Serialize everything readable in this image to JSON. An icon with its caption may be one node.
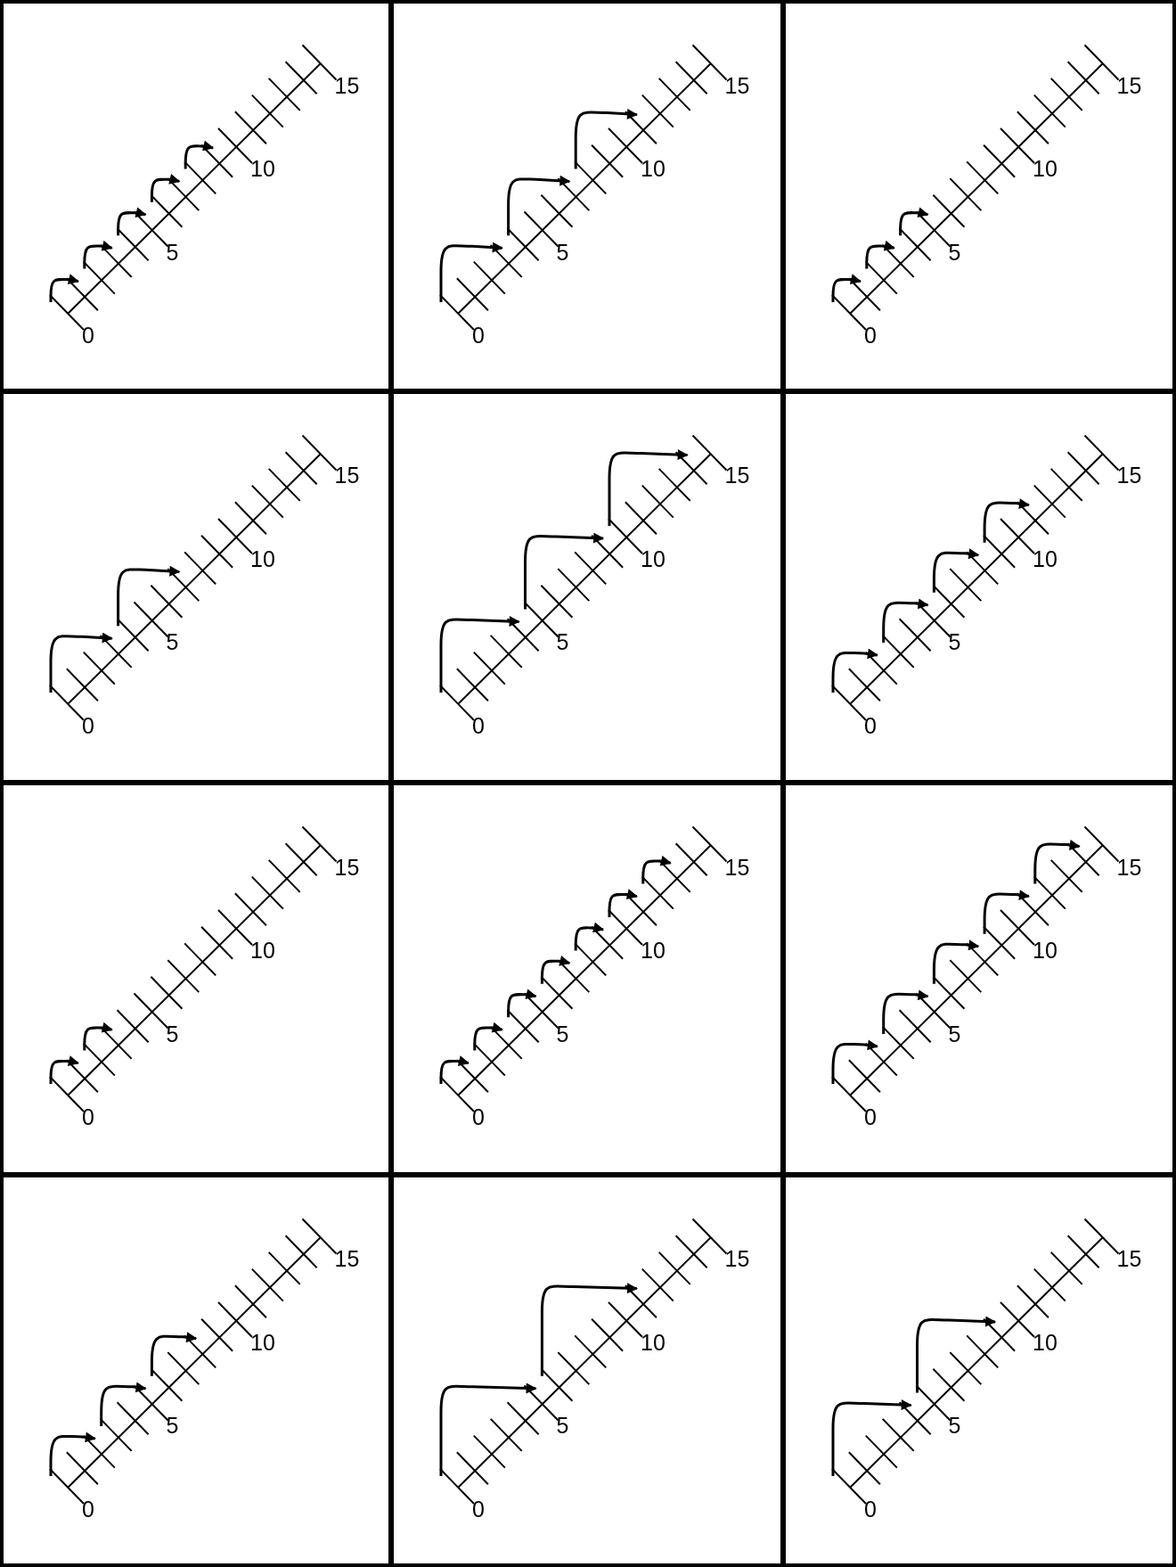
{
  "diagram": {
    "labels": [
      "15",
      "10",
      "5",
      "0",
      "15",
      "10",
      "5",
      "0",
      "15",
      "10",
      "5",
      "0",
      "15",
      "10",
      "5",
      "0",
      "15",
      "10",
      "5",
      "0",
      "15",
      "10",
      "5",
      "0",
      "15",
      "10",
      "5",
      "0",
      "15",
      "10",
      "5",
      "0",
      "15",
      "10",
      "5",
      "0",
      "15",
      "10",
      "5",
      "0",
      "15",
      "10",
      "5",
      "0",
      "15",
      "10",
      "5",
      "0"
    ]
  }
}
